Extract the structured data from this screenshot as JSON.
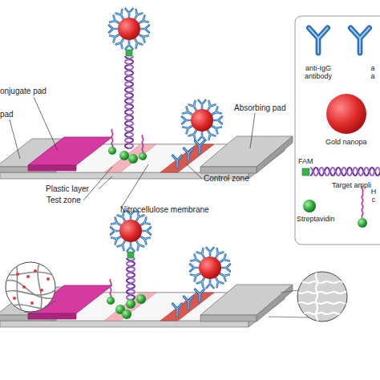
{
  "diagram": {
    "labels": [
      "onjugate pad",
      "pad",
      "Absorbing pad",
      "Plastic layer",
      "Control zone",
      "Test zone",
      "Nitrocellulose membrane"
    ],
    "legend": [
      {
        "text": "anti-IgG antibody"
      },
      {
        "text": "a a"
      },
      {
        "text": "Gold nanopa"
      },
      {
        "text": "FAM"
      },
      {
        "text": "Target ampli"
      },
      {
        "text": "Streptavidin"
      },
      {
        "text": "H c"
      }
    ]
  }
}
